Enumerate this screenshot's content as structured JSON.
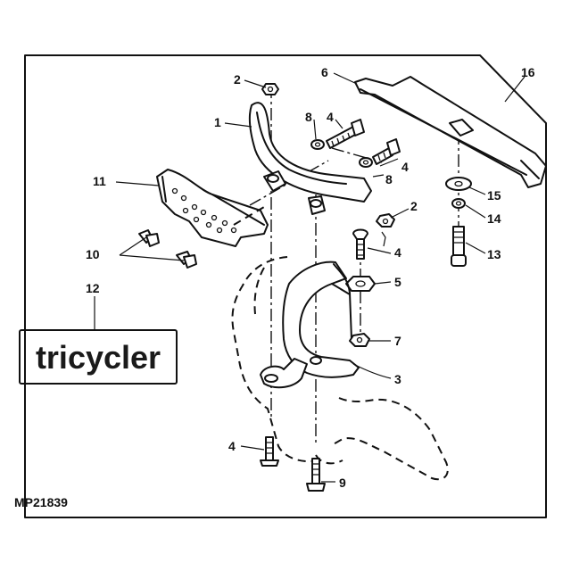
{
  "drawing_code": "MP21839",
  "logo": {
    "text": "tricycler"
  },
  "callouts": {
    "c1": "1",
    "c2a": "2",
    "c2b": "2",
    "c3": "3",
    "c4a": "4",
    "c4b": "4",
    "c4c": "4",
    "c4d": "4",
    "c5": "5",
    "c6": "6",
    "c7": "7",
    "c8a": "8",
    "c8b": "8",
    "c9": "9",
    "c10": "10",
    "c11": "11",
    "c12": "12",
    "c13": "13",
    "c14": "14",
    "c15": "15",
    "c16": "16"
  }
}
